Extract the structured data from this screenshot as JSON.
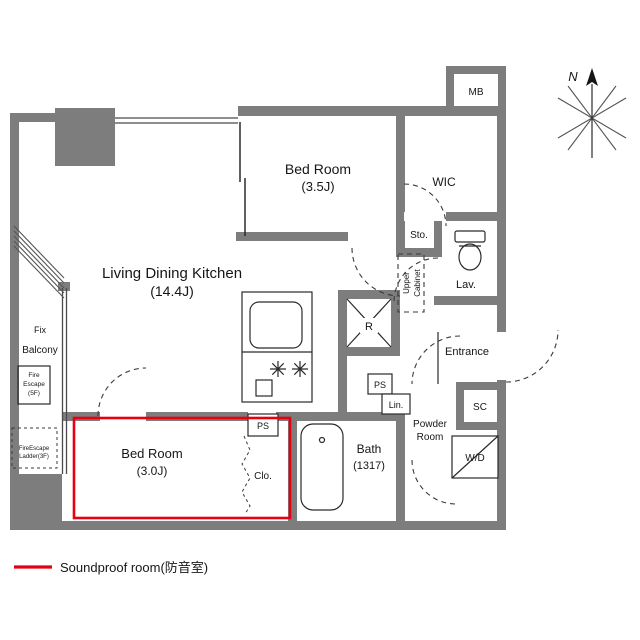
{
  "colors": {
    "wall": "#7d7d7d",
    "soundproof": "#e60012",
    "line": "#3a3a3a"
  },
  "rooms": {
    "ldk": {
      "name": "Living Dining Kitchen",
      "size": "(14.4J)"
    },
    "bedroom_35": {
      "name": "Bed Room",
      "size": "(3.5J)"
    },
    "bedroom_30": {
      "name": "Bed Room",
      "size": "(3.0J)"
    },
    "wic": {
      "name": "WIC"
    },
    "meter_box": {
      "name": "MB"
    },
    "storage": {
      "name": "Sto."
    },
    "upper_cabinet": {
      "line1": "Upper",
      "line2": "Cabinet"
    },
    "lavatory": {
      "name": "Lav."
    },
    "refrigerator": {
      "name": "R"
    },
    "entrance": {
      "name": "Entrance"
    },
    "shoe_closet": {
      "name": "SC"
    },
    "washer_dryer": {
      "name": "W/D"
    },
    "powder_room": {
      "line1": "Powder",
      "line2": "Room"
    },
    "bath": {
      "name": "Bath",
      "size": "(1317)"
    },
    "closet": {
      "name": "Clo."
    },
    "linen": {
      "name": "Lin."
    },
    "pipe_space_1": {
      "name": "PS"
    },
    "pipe_space_2": {
      "name": "PS"
    },
    "balcony": {
      "name": "Balcony",
      "window": "Fix"
    },
    "fire_escape": {
      "line1": "Fire",
      "line2": "Escape",
      "line3": "(5F)"
    },
    "fire_ladder": {
      "line1": "FireEscape",
      "line2": "Ladder(3F)"
    }
  },
  "compass": {
    "north": "N"
  },
  "legend": {
    "soundproof_label": "Soundproof room(防音室)"
  }
}
